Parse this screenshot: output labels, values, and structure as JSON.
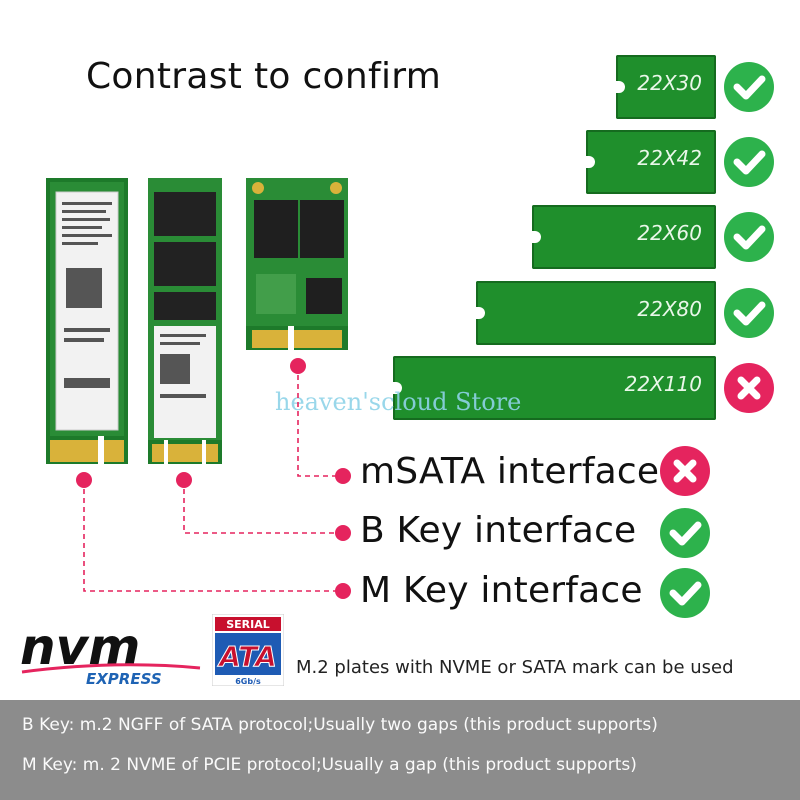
{
  "title": "Contrast to confirm",
  "watermark": "heaven'scloud Store",
  "sizes": [
    {
      "label": "22X30",
      "status": "ok"
    },
    {
      "label": "22X42",
      "status": "ok"
    },
    {
      "label": "22X60",
      "status": "ok"
    },
    {
      "label": "22X80",
      "status": "ok"
    },
    {
      "label": "22X110",
      "status": "no"
    }
  ],
  "interfaces": [
    {
      "label": "mSATA interface",
      "status": "no"
    },
    {
      "label": "B Key interface",
      "status": "ok"
    },
    {
      "label": "M Key interface",
      "status": "ok"
    }
  ],
  "logos": {
    "nvm_text": "nvm",
    "express_text": "EXPRESS",
    "sata_top": "SERIAL",
    "sata_main": "ATA",
    "sata_speed": "6Gb/s"
  },
  "mark_note": "M.2 plates with NVME or SATA mark can be used",
  "footer": {
    "b_key": "B Key: m.2 NGFF of SATA protocol;Usually two gaps (this product supports)",
    "m_key": "M Key: m. 2 NVME of PCIE protocol;Usually a gap (this product supports)"
  },
  "colors": {
    "accent_pink": "#e5245e",
    "ok_green": "#2db24c",
    "bar_green": "#1f8f2c",
    "footer_gray": "#8c8c8c"
  }
}
